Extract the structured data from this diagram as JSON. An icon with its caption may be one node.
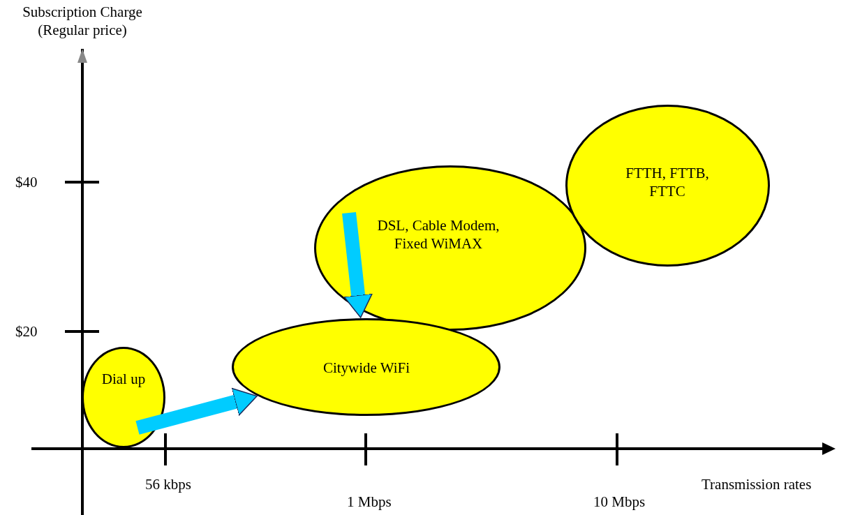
{
  "diagram": {
    "nodes": [
      {
        "text": [
          "FTTH, FTTB, FTTC"
        ]
      },
      {
        "text": [
          "DSL, Cable Modem, Fixed WiMAX"
        ]
      },
      {
        "text": [
          "Citywide WiFi"
        ]
      },
      {
        "text": [
          "Dial up"
        ]
      }
    ],
    "edges": [
      {
        "from": 1,
        "to": 2,
        "arrow": "to"
      },
      {
        "from": 3,
        "to": 2,
        "arrow": "to"
      }
    ],
    "labels": [
      "Subscription Charge (Regular price)",
      "$40",
      "$20",
      "56 kbps",
      "Transmission rates",
      "1 Mbps",
      "10 Mbps"
    ]
  }
}
